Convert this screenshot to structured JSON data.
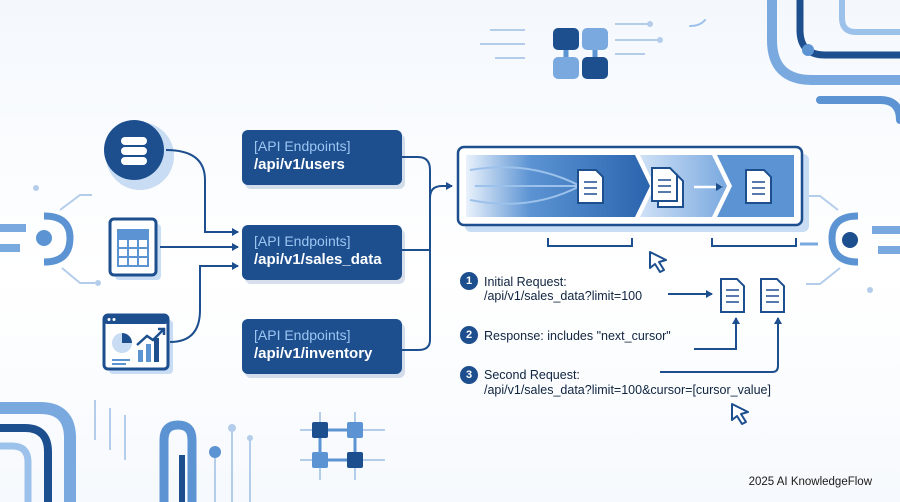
{
  "endpoints": [
    {
      "tag": "[API Endpoints]",
      "path": "/api/v1/users"
    },
    {
      "tag": "[API Endpoints]",
      "path": "/api/v1/sales_data"
    },
    {
      "tag": "[API Endpoints]",
      "path": "/api/v1/inventory"
    }
  ],
  "sources": [
    {
      "icon": "database-icon"
    },
    {
      "icon": "spreadsheet-icon"
    },
    {
      "icon": "dashboard-chart-icon"
    }
  ],
  "steps": [
    {
      "number": "1",
      "line1": "Initial Request:",
      "line2": "/api/v1/sales_data?limit=100"
    },
    {
      "number": "2",
      "line1": "Response: includes \"next_cursor\""
    },
    {
      "number": "3",
      "line1": "Second Request:",
      "line2": "/api/v1/sales_data?limit=100&cursor=[cursor_value]"
    }
  ],
  "footer": "2025 AI KnowledgeFlow",
  "colors": {
    "primary": "#1d4f8f",
    "accent": "#5b93d3",
    "light": "#c8dcf3",
    "tag_text": "#9cc6f2"
  }
}
